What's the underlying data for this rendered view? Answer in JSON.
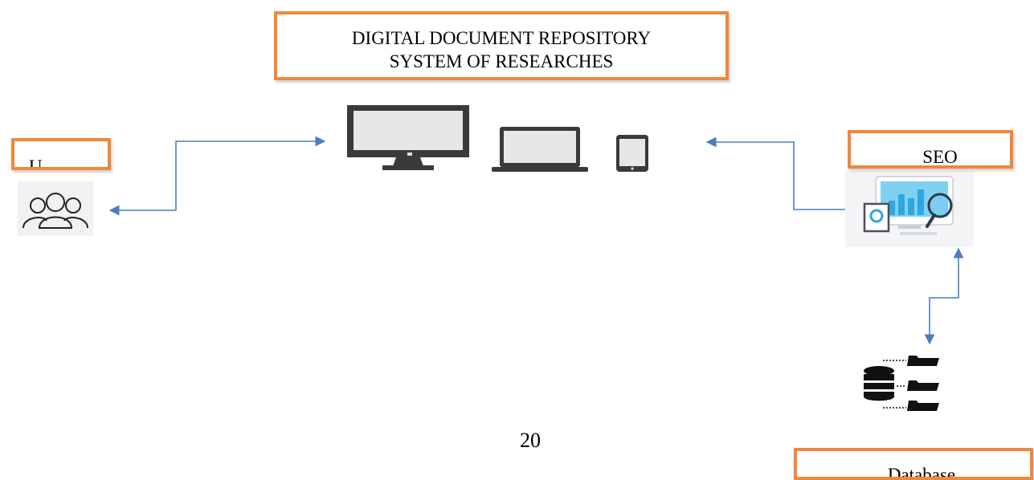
{
  "diagram": {
    "title_line1": "DIGITAL DOCUMENT REPOSITORY",
    "title_line2": "SYSTEM OF RESEARCHES",
    "users_label": "U",
    "seo_label": "SEO",
    "database_label": "Database",
    "page_number": "20"
  },
  "colors": {
    "box_border": "#f0873a",
    "arrow": "#4a7ebf",
    "device": "#3a3a3a",
    "screen": "#e8e6e6"
  },
  "icons": [
    "users-icon",
    "monitor-icon",
    "laptop-icon",
    "tablet-icon",
    "seo-analytics-icon",
    "database-icon",
    "folder-icon"
  ]
}
